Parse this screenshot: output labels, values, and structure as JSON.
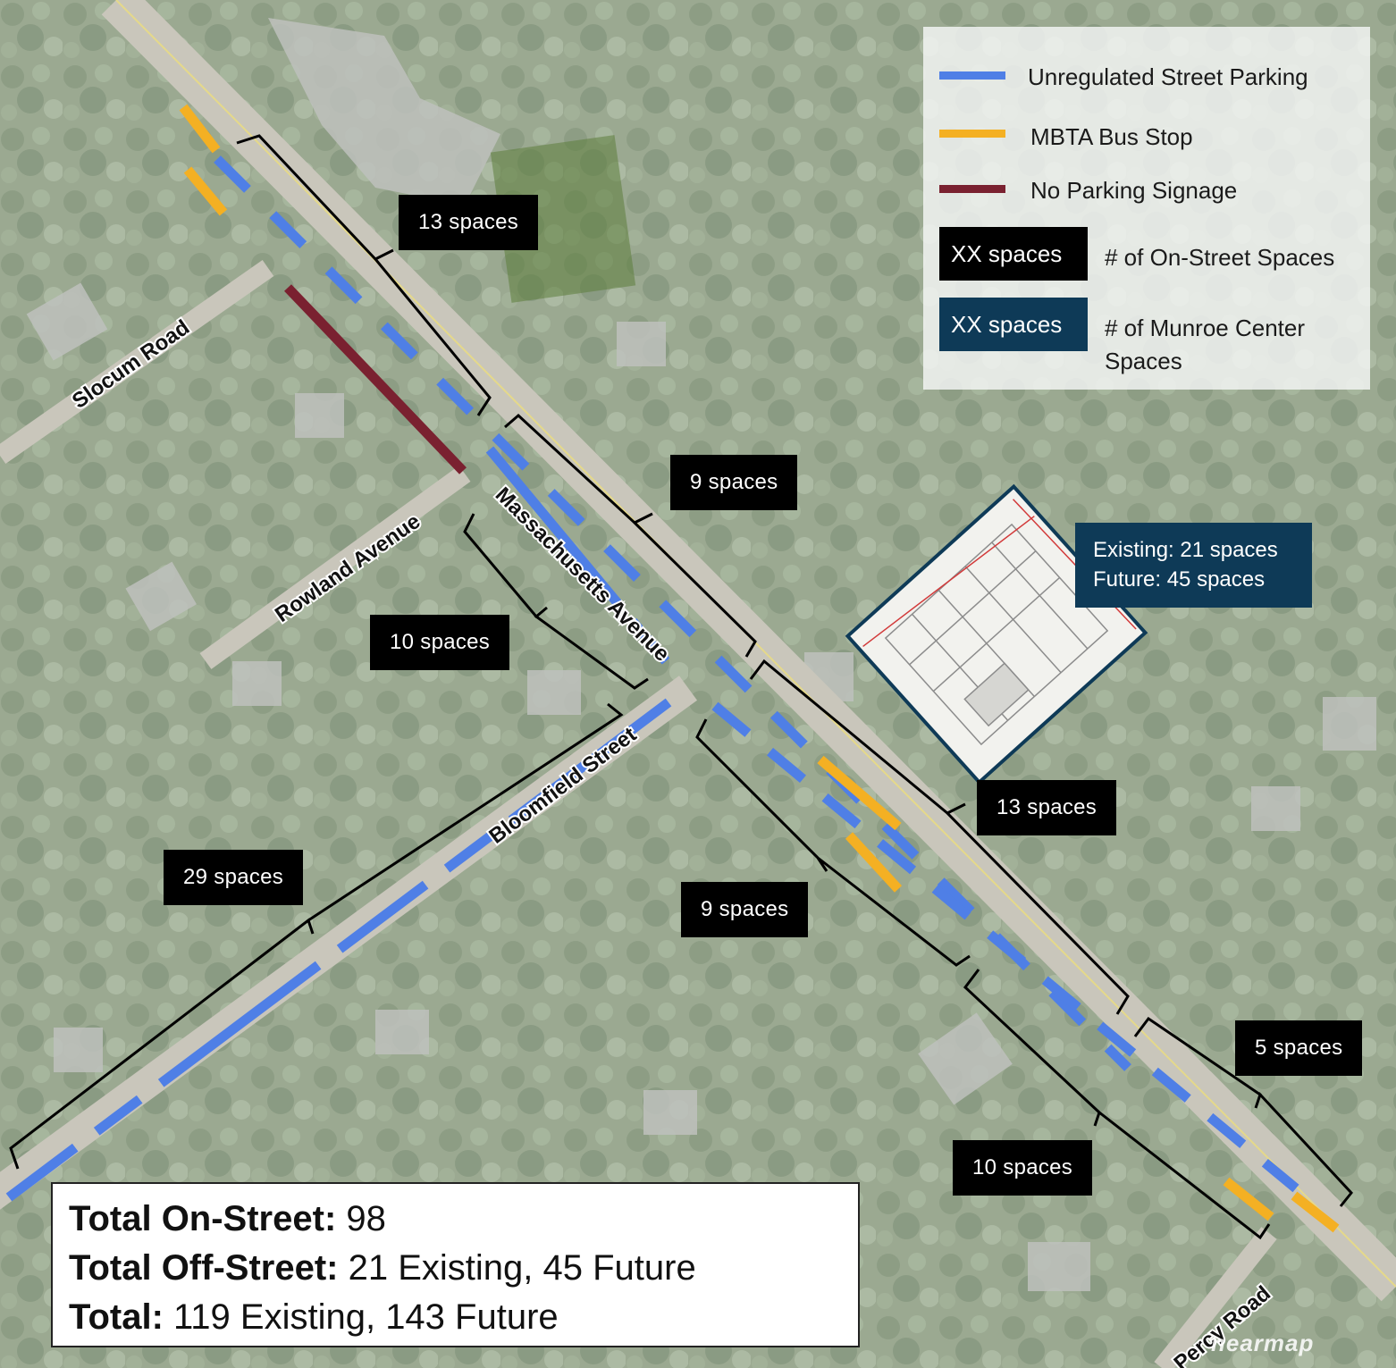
{
  "legend": {
    "unregulated_label": "Unregulated Street Parking",
    "bus_stop_label": "MBTA Bus Stop",
    "no_parking_label": "No Parking Signage",
    "onstreet_chip": "XX spaces",
    "onstreet_desc": "# of On-Street Spaces",
    "munroe_chip": "XX spaces",
    "munroe_desc_1": "# of Munroe Center",
    "munroe_desc_2": "Spaces"
  },
  "colors": {
    "unregulated": "#4f7fe6",
    "bus_stop": "#f4b023",
    "no_parking": "#7a2130",
    "onstreet_chip": "#000000",
    "munroe_chip": "#0e3a57"
  },
  "streets": {
    "slocum": "Slocum Road",
    "rowland": "Rowland Avenue",
    "massachusetts": "Massachusetts Avenue",
    "bloomfield": "Bloomfield Street",
    "percy": "Percy Road"
  },
  "segments": {
    "s1": "13 spaces",
    "s2": "9 spaces",
    "s3": "10 spaces",
    "s4": "13 spaces",
    "s5": "29 spaces",
    "s6": "9 spaces",
    "s7": "5 spaces",
    "s8": "10 spaces"
  },
  "munroe": {
    "existing": "Existing: 21 spaces",
    "future": "Future: 45 spaces"
  },
  "totals": {
    "onstreet_label": "Total On-Street:",
    "onstreet_value": " 98",
    "offstreet_label": "Total Off-Street:",
    "offstreet_value": " 21 Existing, 45 Future",
    "total_label": "Total:",
    "total_value": " 119 Existing, 143 Future"
  },
  "watermark": "nearmap"
}
